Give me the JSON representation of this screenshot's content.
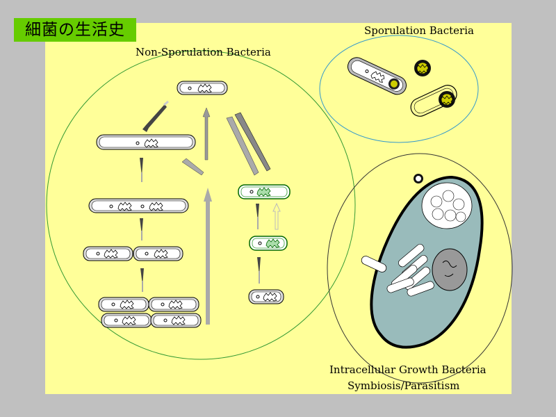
{
  "title": "細菌の生活史",
  "labels": {
    "non_sporulation": "Non-Sporulation Bacteria",
    "sporulation": "Sporulation Bacteria",
    "intracellular_1": "Intracellular Growth Bacteria",
    "intracellular_2": "Symbiosis/Parasitism"
  },
  "colors": {
    "background": "#c0c0c0",
    "panel": "#ffff99",
    "badge": "#66cc00",
    "non_spor_circle": "#339933",
    "spor_circle": "#3399cc",
    "intra_circle": "#333333",
    "host_cell": "#99bbbb",
    "spore": "#cccc00"
  }
}
